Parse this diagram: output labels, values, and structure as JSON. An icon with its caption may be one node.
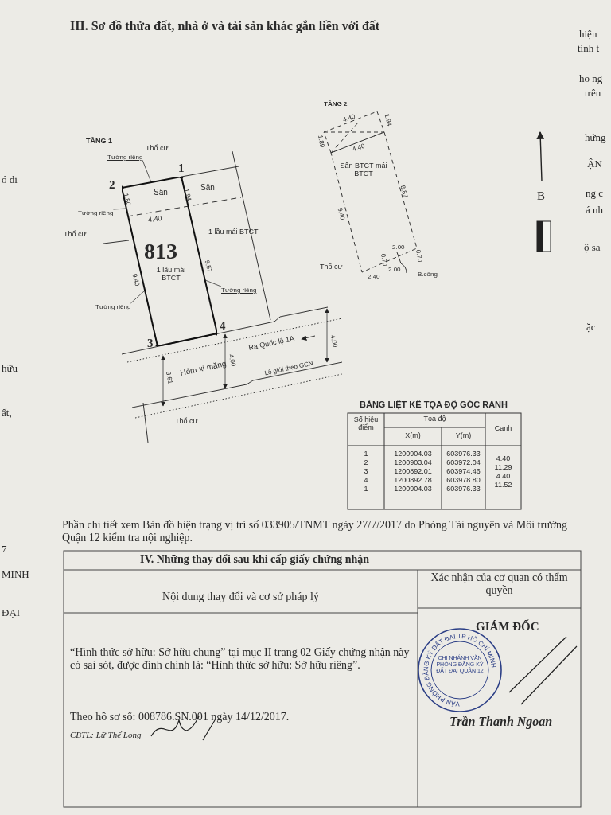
{
  "diagram": {
    "title": "III. Sơ đồ thửa đất, nhà ở và tài sản khác gắn liền với đất",
    "nodes": [
      {
        "text": [
          "Tường riêng"
        ]
      },
      {
        "text": [
          "Tường riêng"
        ]
      },
      {
        "text": [
          "Tường riêng"
        ]
      },
      {
        "text": [
          "Tường riêng"
        ]
      },
      {
        "text": [
          "Sân",
          "813",
          "1 lầu mái BTCT"
        ]
      },
      {
        "text": [
          "Sân BTCT mái BTCT"
        ]
      }
    ],
    "edges": [
      {
        "from": 0,
        "to": 4,
        "arrow": "none"
      },
      {
        "from": 1,
        "to": 4,
        "arrow": "none"
      },
      {
        "from": 2,
        "to": 4,
        "arrow": "none"
      },
      {
        "from": 3,
        "to": 4,
        "arrow": "none"
      }
    ],
    "labels": [
      "TẦNG 1",
      "Thổ cư",
      "1",
      "2",
      "1.94",
      "Sân",
      "1.80",
      "4.40",
      "Thổ cư",
      "1 lầu mái BTCT",
      "9.57",
      "9.40",
      "4",
      "3",
      "Ra Quốc lộ 1A",
      "4.00",
      "4.00",
      "Hẻm xi măng",
      "3.61",
      "Lộ giới theo GCN",
      "Thổ cư",
      "TẦNG 2",
      "4.40",
      "1.94",
      "1.89",
      "4.40",
      "8.87",
      "9.40",
      "2.00",
      "0.70",
      "0.70",
      "Thổ cư",
      "2.40",
      "2.00",
      "B.công",
      "B",
      "BẢNG LIỆT KÊ TỌA ĐỘ GÓC RANH",
      "Số hiệu điểm",
      "Tọa độ",
      "Cạnh",
      "X(m)",
      "Y(m)",
      "1",
      "1200904.03",
      "603976.33",
      "2",
      "1200903.04",
      "603972.04",
      "3",
      "1200892.01",
      "603974.46",
      "4",
      "1200892.78",
      "603978.80",
      "1",
      "1200904.03",
      "603976.33",
      "4.40",
      "11.29",
      "4.40",
      "11.52",
      "Phần chi tiết xem Bản đồ hiện trạng vị trí số 033905/TNMT ngày 27/7/2017 do Phòng Tài nguyên và Môi trường Quận 12 kiểm tra nội nghiệp.",
      "IV. Những thay đổi sau khi cấp giấy chứng nhận",
      "Nội dung thay đổi và cơ sở pháp lý",
      "Xác nhận của cơ quan có thẩm quyền",
      "“Hình thức sở hữu: Sở hữu chung” tại mục II trang 02 Giấy chứng nhận này có sai sót, được đính chính là: “Hình thức sở hữu: Sở hữu riêng”.",
      "Theo hồ sơ số: 008786.SN.001 ngày 14/12/2017.",
      "CBTL: Lữ Thế Long",
      "GIÁM ĐỐC",
      "CHI NHÁNH VĂN PHÒNG ĐĂNG KÝ ĐẤT ĐAI QUẬN 12",
      "VĂN PHÒNG ĐĂNG KÝ ĐẤT ĐAI TP HỒ CHÍ MINH",
      "Trần Thanh Ngoan",
      "hiện",
      "tính t",
      "ho ng",
      "trên",
      "hứng",
      "ẬN",
      "ng c",
      "á nh",
      "ộ sa",
      "ặc",
      "ó đi",
      "hữu",
      "ất,",
      "7",
      "MINH",
      "ĐẠI"
    ]
  }
}
